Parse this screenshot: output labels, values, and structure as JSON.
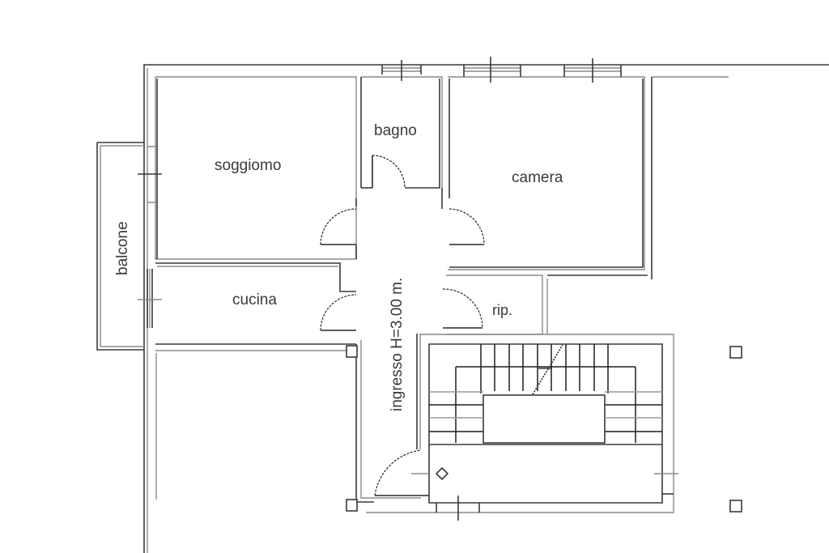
{
  "plan": {
    "rooms": [
      {
        "id": "soggiorno",
        "label": "soggiomo"
      },
      {
        "id": "bagno",
        "label": "bagno"
      },
      {
        "id": "camera",
        "label": "camera"
      },
      {
        "id": "balcone",
        "label": "balcone"
      },
      {
        "id": "cucina",
        "label": "cucina"
      },
      {
        "id": "rip",
        "label": "rip."
      },
      {
        "id": "ingresso",
        "label": "ingresso  H=3.00 m."
      }
    ],
    "colors": {
      "wall": "#3a3a3a",
      "wall_light": "#8a8a8a",
      "background": "#ffffff",
      "text": "#3a3a3a"
    }
  }
}
